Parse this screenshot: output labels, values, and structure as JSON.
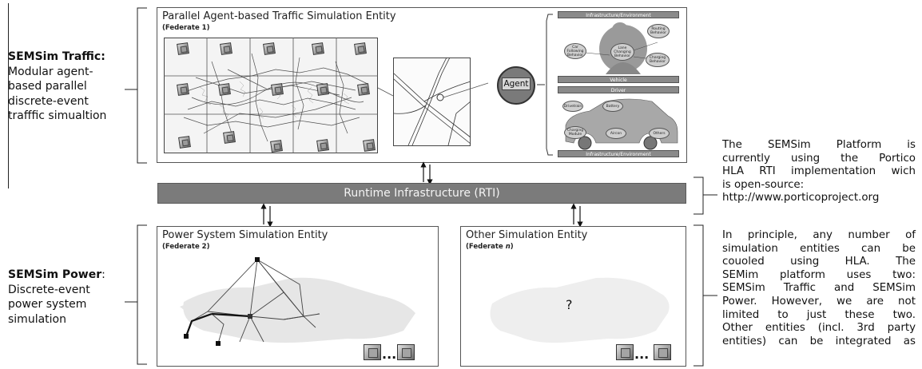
{
  "left_labels": {
    "traffic": {
      "head": "SEMSim Traffic:",
      "lines": [
        "Modular agent-",
        "based parallel",
        "discrete-event",
        "trafffic simualtion"
      ]
    },
    "power": {
      "head": "SEMSim Power",
      "head_suffix": ":",
      "lines": [
        "Discrete-event",
        "power system",
        "simulation"
      ]
    }
  },
  "traffic_panel": {
    "title": "Parallel Agent-based Traffic Simulation Entity",
    "subtitle": "(Federate 1)",
    "agent_label": "Agent",
    "diagram": {
      "top_header": "Infrastructure/Environment",
      "vehicle_header": "Vehicle",
      "driver_header": "Driver",
      "bottom_header": "Infrastructure/Environment",
      "behaviour_nodes": [
        "Car Following Behavior",
        "Lane Changing Behavior",
        "Routing Behavior",
        "Charging Behavior"
      ],
      "vehicle_nodes": [
        "Drivetrain",
        "Battery",
        "Charging Module",
        "Aircon",
        "Others"
      ]
    }
  },
  "rti": {
    "label": "Runtime Infrastructure (RTI)"
  },
  "power_panel": {
    "title": "Power System Simulation Entity",
    "subtitle": "(Federate 2)",
    "ellipsis": "..."
  },
  "other_panel": {
    "title": "Other Simulation Entity",
    "subtitle_prefix": "(Federate ",
    "subtitle_var": "n",
    "subtitle_suffix": ")",
    "question_mark": "?",
    "ellipsis": "..."
  },
  "right_notes": {
    "portico": [
      "The SEMSim Platform is",
      "currently using the Portico",
      "HLA RTI implementation wich",
      "is open-source:",
      "http://www.porticoproject.org"
    ],
    "principle": [
      "In principle, any number of",
      "simulation entities can be",
      "couoled using HLA. The",
      "SEMim platform uses two:",
      "SEMSim Traffic and SEMSim",
      "Power. However, we are not",
      "limited to just these two.",
      "Other entities (incl. 3rd party",
      "entities) can be integrated as"
    ]
  },
  "colors": {
    "rti_bar": "#7b7b7b",
    "agent_circle": "#7a7a7a",
    "panel_border": "#555555"
  }
}
